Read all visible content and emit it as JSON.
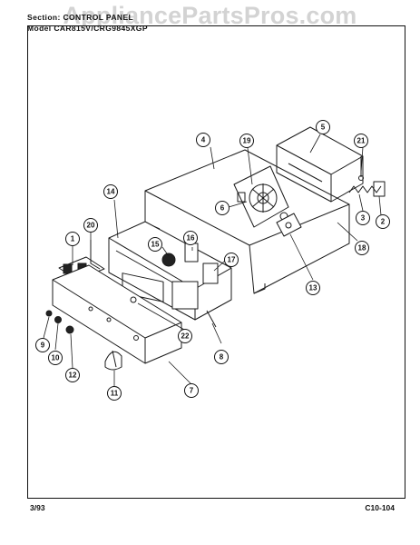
{
  "watermark": "AppliancePartsPros.com",
  "header": {
    "section": "Section:  CONTROL  PANEL",
    "model": "Model  CAR815V/CRG9845XGP"
  },
  "footer": {
    "date": "3/93",
    "code": "C10-104"
  },
  "callouts": [
    "1",
    "2",
    "3",
    "4",
    "5",
    "6",
    "7",
    "8",
    "9",
    "10",
    "11",
    "12",
    "13",
    "14",
    "15",
    "16",
    "17",
    "18",
    "19",
    "20",
    "21",
    "22"
  ]
}
